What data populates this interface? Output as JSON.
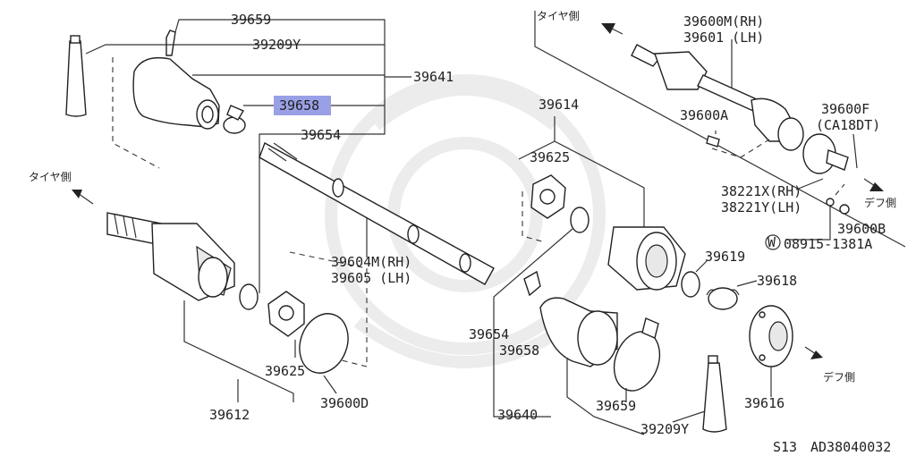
{
  "diagram": {
    "labels": {
      "p39659_top": "39659",
      "p39209Y_top": "39209Y",
      "p39641": "39641",
      "p39658_top": "39658",
      "p39654_top": "39654",
      "p39604M": "39604M(RH)",
      "p39605": "39605 (LH)",
      "p39625_left": "39625",
      "p39612": "39612",
      "p39600D": "39600D",
      "p39614": "39614",
      "p39625_mid": "39625",
      "p39654_mid": "39654",
      "p39658_mid": "39658",
      "p39640": "39640",
      "p39659_bot": "39659",
      "p39209Y_bot": "39209Y",
      "p39619": "39619",
      "p39618": "39618",
      "p39616": "39616",
      "p39600M": "39600M(RH)",
      "p39601": "39601 (LH)",
      "p39600A": "39600A",
      "p39600F": "39600F",
      "p39600F_sub": "(CA18DT)",
      "p38221X": "38221X(RH)",
      "p38221Y": "38221Y(LH)",
      "p39600B": "39600B",
      "p08915": "08915-1381A",
      "washer_mark": "W"
    },
    "direction_labels": {
      "tire_side_left": "タイヤ側",
      "tire_side_right": "タイヤ側",
      "diff_side_upper": "デフ側",
      "diff_side_lower": "デフ側"
    },
    "footer": {
      "model": "S13",
      "code": "AD38040032"
    },
    "highlighted_part": "39658",
    "highlight_color": "#9aa0e6"
  }
}
